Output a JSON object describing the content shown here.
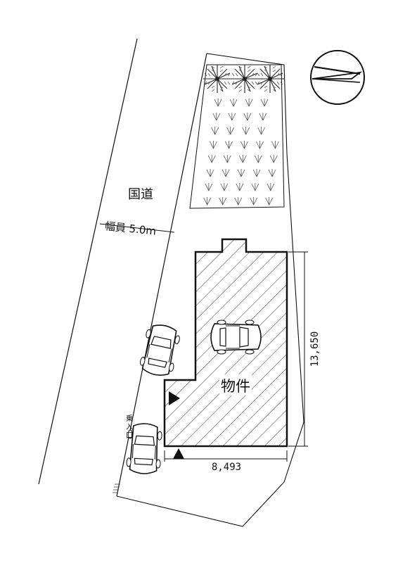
{
  "road": {
    "name": "国道",
    "width_label": "幅員 5.0m"
  },
  "property": {
    "label": "物件"
  },
  "dimensions": {
    "height": "13,650",
    "width": "8,493"
  },
  "entrance": {
    "label_chars": [
      "乗",
      "入",
      "口"
    ]
  },
  "icons": {
    "compass": "north-arrow-icon",
    "tree": "palm-tree-icon",
    "grass": "lawn-symbol-icon",
    "car": "car-icon",
    "entrance_marker": "triangle-marker-icon"
  },
  "colors": {
    "line": "#111111",
    "background": "#ffffff"
  }
}
